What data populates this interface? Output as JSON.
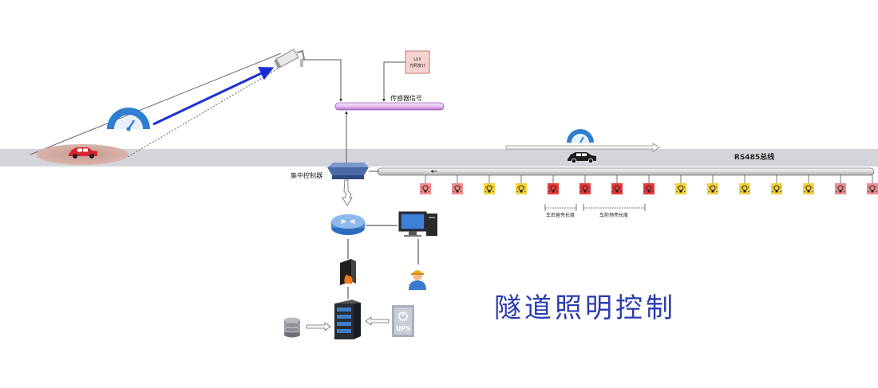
{
  "labels": {
    "sensor_signal": "传感器信号",
    "lux_box_top": "LUX",
    "lux_box_bottom": "光照度计",
    "bus": "RS485总线",
    "controller": "集中控制器",
    "after_car": "车后留亮长度",
    "before_car": "车前预亮长度",
    "ups": "UPS",
    "title": "隧道照明控制"
  },
  "colors": {
    "road": "#d3d5da",
    "lamp_red": "#e8393c",
    "lamp_pink": "#f08a8a",
    "lamp_yellow": "#f2d13b",
    "gauge_blue": "#2f7fd0",
    "arrow_blue": "#1b2fd6",
    "sensor_pipe": "#b46bd1",
    "title_blue": "#2b3bb0"
  },
  "lamps": [
    {
      "color": "pink"
    },
    {
      "color": "pink"
    },
    {
      "color": "yellow"
    },
    {
      "color": "yellow"
    },
    {
      "color": "red"
    },
    {
      "color": "red"
    },
    {
      "color": "red"
    },
    {
      "color": "red"
    },
    {
      "color": "yellow"
    },
    {
      "color": "yellow"
    },
    {
      "color": "yellow"
    },
    {
      "color": "yellow"
    },
    {
      "color": "yellow"
    },
    {
      "color": "pink"
    },
    {
      "color": "pink"
    }
  ],
  "icons": [
    "camera-icon",
    "speed-gauge-icon",
    "car-icon",
    "lux-meter-icon",
    "controller-icon",
    "router-icon",
    "computer-icon",
    "firewall-icon",
    "operator-icon",
    "server-icon",
    "database-icon",
    "ups-icon"
  ]
}
